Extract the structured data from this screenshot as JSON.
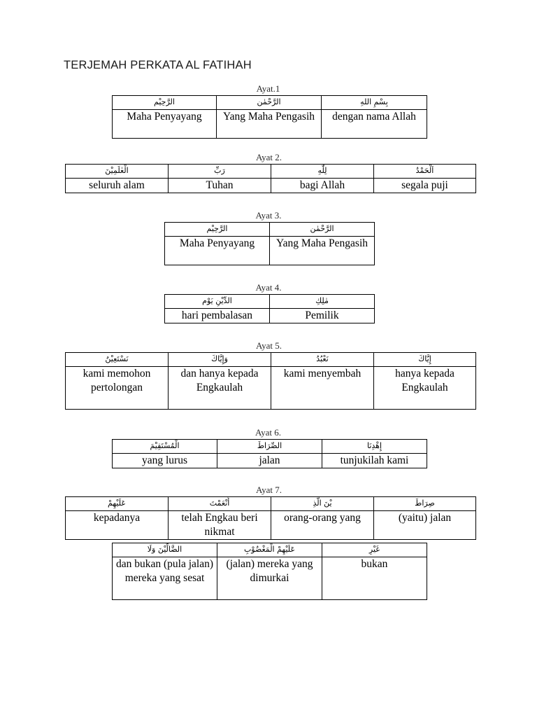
{
  "document": {
    "title": "TERJEMAH PERKATA AL FATIHAH"
  },
  "ayats": [
    {
      "label": "Ayat.1",
      "columns": [
        {
          "arabic": "الرَّحِيْم",
          "latin": "Maha Penyayang"
        },
        {
          "arabic": "الرَّحْمٰن",
          "latin": "Yang Maha Pengasih"
        },
        {
          "arabic": "بِسْمِ اللهِ",
          "latin": "dengan nama Allah"
        }
      ]
    },
    {
      "label": "Ayat 2.",
      "columns": [
        {
          "arabic": "الْعٰلَمِيْنَ",
          "latin": "seluruh alam"
        },
        {
          "arabic": "رَبِّ",
          "latin": "Tuhan"
        },
        {
          "arabic": "لِلّٰهِ",
          "latin": "bagi Allah"
        },
        {
          "arabic": "اَلْحَمْدُ",
          "latin": "segala puji"
        }
      ]
    },
    {
      "label": "Ayat 3.",
      "columns": [
        {
          "arabic": "الرَّحِيْم",
          "latin": "Maha Penyayang"
        },
        {
          "arabic": "الرَّحْمٰن",
          "latin": "Yang Maha Pengasih"
        }
      ]
    },
    {
      "label": "Ayat 4.",
      "columns": [
        {
          "arabic": "الدِّيْنِ يَوْم",
          "latin": "hari pembalasan"
        },
        {
          "arabic": "مٰلِكِ",
          "latin": "Pemilik"
        }
      ]
    },
    {
      "label": "Ayat 5.",
      "columns": [
        {
          "arabic": "نَسْتَعِيْنُ",
          "latin": "kami memohon pertolongan"
        },
        {
          "arabic": "وَإِيَّاكَ",
          "latin": "dan hanya kepada Engkaulah"
        },
        {
          "arabic": "نَعْبُدُ",
          "latin": "kami menyembah"
        },
        {
          "arabic": "إِيَّاكَ",
          "latin": "hanya kepada Engkaulah"
        }
      ]
    },
    {
      "label": "Ayat 6.",
      "columns": [
        {
          "arabic": "الْمُسْتَقِيْمَ",
          "latin": "yang lurus"
        },
        {
          "arabic": "الصِّرَاطَ",
          "latin": "jalan"
        },
        {
          "arabic": "إِهْدِنَا",
          "latin": "tunjukilah kami"
        }
      ]
    },
    {
      "label": "Ayat 7.",
      "columns": [
        {
          "arabic": "عَلَيْهِمْ",
          "latin": "kepadanya"
        },
        {
          "arabic": "أَنْعَمْتَ",
          "latin": "telah Engkau beri nikmat"
        },
        {
          "arabic": "يْنَ الَّذِ",
          "latin": "orang-orang yang"
        },
        {
          "arabic": "صِرَاطَ",
          "latin": "(yaitu) jalan"
        }
      ]
    },
    {
      "label": "",
      "columns": [
        {
          "arabic": "الضَّالِّيْنَ وَلَا",
          "latin": "dan bukan (pula jalan) mereka yang sesat"
        },
        {
          "arabic": "عَلَيْهِمْ الْمَغْضُوْبِ",
          "latin": "(jalan) mereka yang dimurkai"
        },
        {
          "arabic": "غَيْرِ",
          "latin": "bukan"
        }
      ]
    }
  ]
}
